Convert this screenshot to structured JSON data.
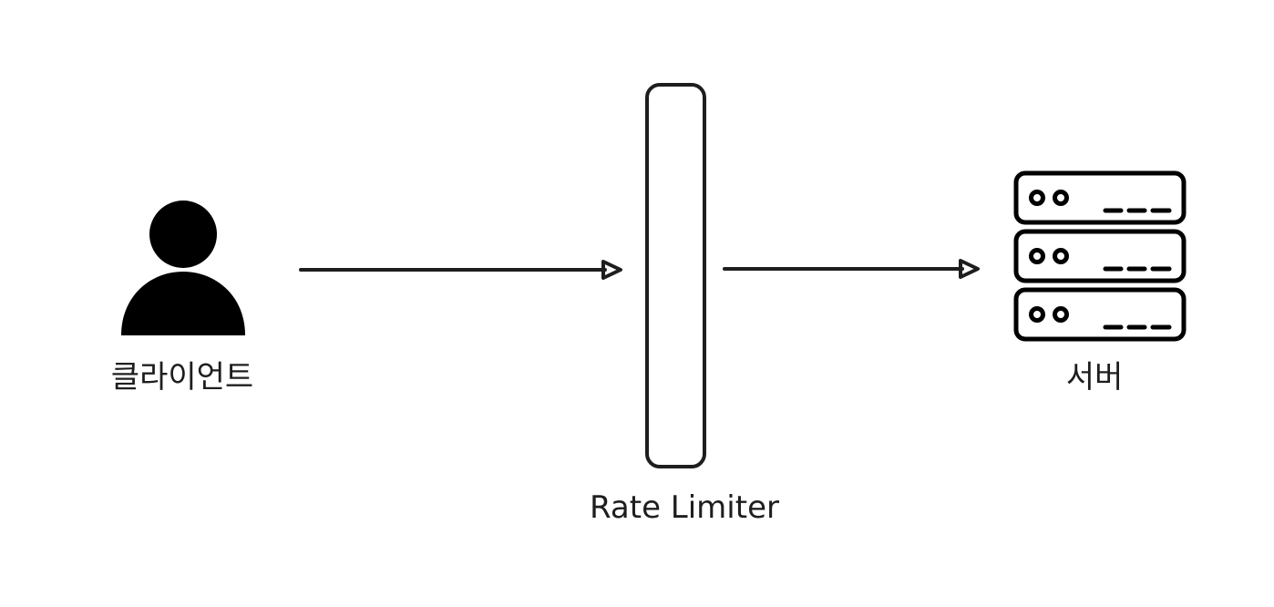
{
  "nodes": {
    "client": {
      "label": "클라이언트",
      "icon": "person-icon"
    },
    "rate_limiter": {
      "label": "Rate Limiter",
      "shape": "rounded-rectangle"
    },
    "server": {
      "label": "서버",
      "icon": "server-rack-icon"
    }
  },
  "edges": [
    {
      "from": "client",
      "to": "rate_limiter",
      "style": "arrow"
    },
    {
      "from": "rate_limiter",
      "to": "server",
      "style": "arrow"
    }
  ],
  "colors": {
    "stroke": "#1e1e1e",
    "fill": "#000000",
    "background": "#ffffff"
  }
}
